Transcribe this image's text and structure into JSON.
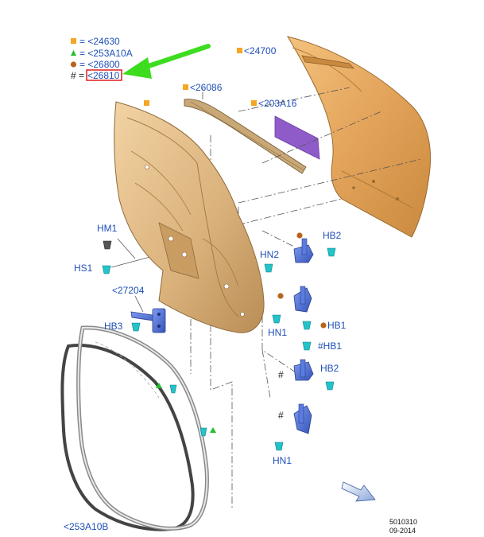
{
  "legend": {
    "items": [
      {
        "symbol": "square",
        "color": "#f5a623",
        "text": "= <24630"
      },
      {
        "symbol": "triangle",
        "color": "#22c02a",
        "text": "= <253A10A"
      },
      {
        "symbol": "circle",
        "color": "#b8651b",
        "text": "= <26800"
      },
      {
        "symbol": "hash",
        "color": "#111111",
        "text": "# = ",
        "boxed": "<26810"
      }
    ],
    "highlight_color": "#e11d1d",
    "arrow_color": "#3ddc1f"
  },
  "callouts": {
    "outer_panel": "<24700",
    "belt_molding": "<26086",
    "pad": "<203A16",
    "check_arm": "<27204",
    "weatherstrip": "<253A10B",
    "hm1": "HM1",
    "hs1": "HS1",
    "hb3": "HB3",
    "hn2": "HN2",
    "hb2_top": "HB2",
    "hb1_top": "HB1",
    "hb1_hash": "#HB1",
    "hb2_bottom": "HB2",
    "hn1_top": "HN1",
    "hn1_bottom": "HN1",
    "hash_a": "#",
    "hash_b": "#"
  },
  "colors": {
    "label_blue": "#1f4fb8",
    "panel_gold": "#e3a75a",
    "frame_gold": "#dcb47e",
    "pad_purple": "#8e5bc9",
    "hinge_blue": "#4a6fd6",
    "fastener_cyan": "#22c3c9",
    "seal_grey": "#555555"
  },
  "footer": {
    "ref_number": "5010310",
    "date": "09-2014"
  }
}
